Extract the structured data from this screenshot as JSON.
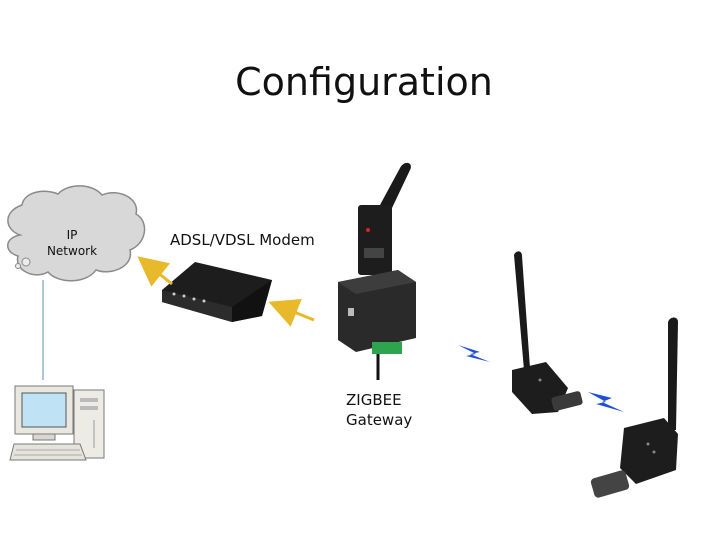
{
  "title": "Configuration",
  "cloud": {
    "label_line1": "IP",
    "label_line2": "Network"
  },
  "modem": {
    "label": "ADSL/VDSL Modem"
  },
  "gateway": {
    "label_line1": "ZIGBEE",
    "label_line2": "Gateway"
  },
  "colors": {
    "arrow": "#e8b92a",
    "wireless": "#1e4fd6",
    "cloud_fill": "#d8d8d8",
    "device_dark": "#222222"
  },
  "icons": [
    "cloud-icon",
    "desktop-computer-icon",
    "modem-icon",
    "zigbee-gateway-icon",
    "zigbee-node-icon",
    "wireless-signal-icon",
    "arrow-icon"
  ]
}
